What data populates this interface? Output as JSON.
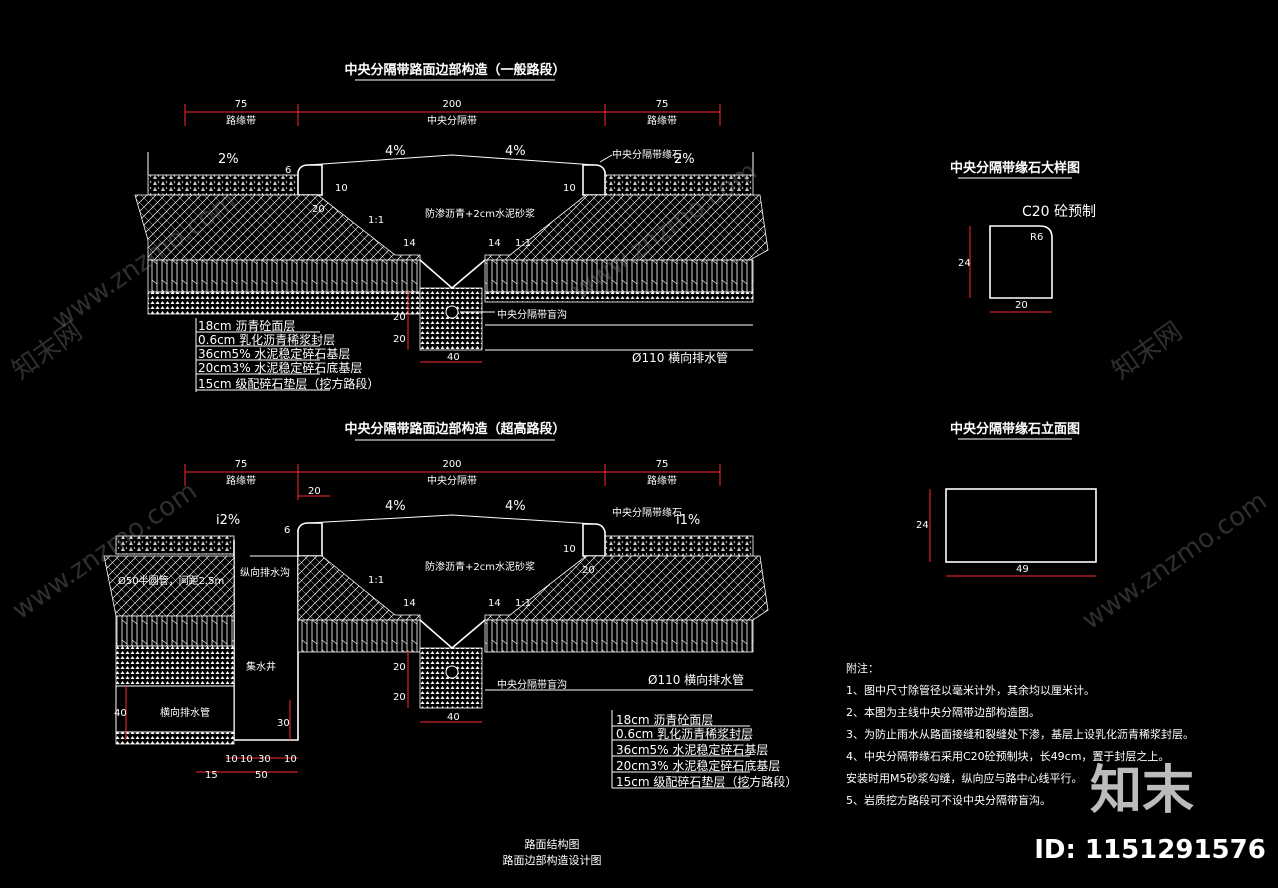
{
  "drawing": {
    "top_section": {
      "title": "中央分隔带路面边部构造（一般路段）",
      "dims": {
        "left": "75",
        "middle": "200",
        "right": "75"
      },
      "labels": {
        "left_band": "路缘带",
        "middle_band": "中央分隔带",
        "right_band": "路缘带",
        "curb_label": "中央分隔带缘石"
      },
      "slopes": {
        "left": "2%",
        "mid_left": "4%",
        "mid_right": "4%",
        "right": "2%"
      },
      "small_dims": {
        "curb_h": "6",
        "ten_left": "10",
        "ten_right": "10",
        "twenty": "20",
        "fourteen_left": "14",
        "fourteen_right": "14",
        "drain_w": "40",
        "drain_h1": "20",
        "drain_h2": "20",
        "ratio_left": "1:1",
        "ratio_right": "1:1"
      },
      "fill_note": "防渗沥青+2cm水泥砂浆",
      "drain_label": "中央分隔带盲沟",
      "pipe_label": "Ø110 横向排水管",
      "layers": [
        "18cm 沥青砼面层",
        "0.6cm 乳化沥青稀浆封层",
        "36cm5% 水泥稳定碎石基层",
        "20cm3% 水泥稳定碎石底基层",
        "15cm 级配碎石垫层（挖方路段）"
      ]
    },
    "bottom_section": {
      "title": "中央分隔带路面边部构造（超高路段）",
      "dims": {
        "left": "75",
        "middle": "200",
        "right": "75",
        "inner": "20"
      },
      "labels": {
        "left_band": "路缘带",
        "middle_band": "中央分隔带",
        "right_band": "路缘带",
        "curb_label": "中央分隔带缘石",
        "long_drain": "纵向排水沟",
        "well": "集水井",
        "cross_pipe": "横向排水管",
        "half_pipe": "Ø50半圆管，间距2.5m"
      },
      "slopes": {
        "left": "i2%",
        "mid_left": "4%",
        "mid_right": "4%",
        "right": "i1%"
      },
      "small_dims": {
        "curb_h": "6",
        "ten": "10",
        "twenty": "20",
        "fourteen_left": "14",
        "fourteen_right": "14",
        "drain_w": "40",
        "drain_h1": "20",
        "drain_h2": "20",
        "well_40": "40",
        "well_30v": "30",
        "b15": "15",
        "b10a": "10",
        "b50": "50",
        "b10b": "10",
        "b30": "30",
        "b10c": "10",
        "ratio_left": "1:1",
        "ratio_right": "1:1"
      },
      "fill_note": "防渗沥青+2cm水泥砂浆",
      "drain_label": "中央分隔带盲沟",
      "pipe_label": "Ø110 横向排水管",
      "layers": [
        "18cm 沥青砼面层",
        "0.6cm 乳化沥青稀浆封层",
        "36cm5% 水泥稳定碎石基层",
        "20cm3% 水泥稳定碎石底基层",
        "15cm 级配碎石垫层（挖方路段）"
      ]
    },
    "curb_detail": {
      "title": "中央分隔带缘石大样图",
      "material": "C20 砼预制",
      "radius": "R6",
      "height": "24",
      "width": "20"
    },
    "curb_elevation": {
      "title": "中央分隔带缘石立面图",
      "height": "24",
      "length": "49"
    },
    "notes": {
      "heading": "附注：",
      "items": [
        "1、图中尺寸除管径以毫米计外，其余均以厘米计。",
        "2、本图为主线中央分隔带边部构造图。",
        "3、为防止雨水从路面接缝和裂缝处下渗，基层上设乳化沥青稀浆封层。",
        "4、中央分隔带缘石采用C20砼预制块，长49cm，置于封层之上。",
        "安装时用M5砂浆勾缝，纵向应与路中心线平行。",
        "5、岩质挖方路段可不设中央分隔带盲沟。"
      ]
    },
    "footer": {
      "line1": "路面结构图",
      "line2": "路面边部构造设计图"
    },
    "watermark": {
      "brand": "知末",
      "id": "ID: 1151291576",
      "site": "www.znzmo.com",
      "cn": "知末网"
    }
  }
}
